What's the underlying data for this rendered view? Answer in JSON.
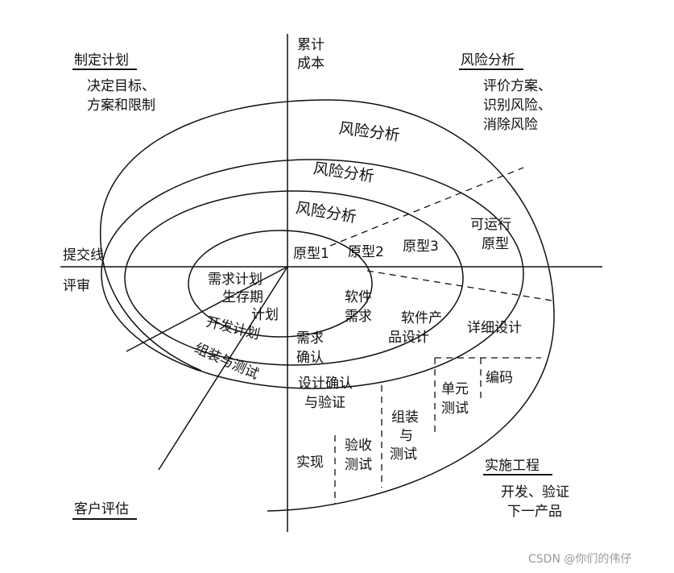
{
  "axes": {
    "cumulative_cost": [
      "累计",
      "成本"
    ],
    "commit_line": "提交线",
    "review": "评审"
  },
  "quadrants": {
    "planning": {
      "title": "制定计划",
      "lines": [
        "决定目标、",
        "方案和限制"
      ]
    },
    "risk_analysis": {
      "title": "风险分析",
      "lines": [
        "评价方案、",
        "识别风险、",
        "消除风险"
      ]
    },
    "engineering": {
      "title": "实施工程",
      "lines": [
        "开发、验证",
        "下一产品"
      ]
    },
    "evaluation": {
      "title": "客户评估"
    }
  },
  "spiral": {
    "risk_analysis_labels": [
      "风险分析",
      "风险分析",
      "风险分析"
    ],
    "prototypes": [
      "原型1",
      "原型2",
      "原型3"
    ],
    "operational_prototype": [
      "可运行",
      "原型"
    ],
    "plans": {
      "requirements_plan": [
        "需求计划",
        "生存期"
      ],
      "plan_suffix": "计划",
      "dev_plan": "开发计划",
      "integration_plan": "组装与测试"
    },
    "tasks": {
      "software_requirements": [
        "软件",
        "需求"
      ],
      "requirements_validation": [
        "需求",
        "确认"
      ],
      "product_design": [
        "软件产",
        "品设计"
      ],
      "design_validation": [
        "设计确认",
        "与验证"
      ],
      "detailed_design": "详细设计",
      "coding": "编码",
      "unit_test": [
        "单元",
        "测试"
      ],
      "integration_test": [
        "组装",
        "与",
        "测试"
      ],
      "acceptance_test": [
        "验收",
        "测试"
      ],
      "implementation": "实现"
    }
  },
  "watermark": "CSDN @你们的伟仔"
}
